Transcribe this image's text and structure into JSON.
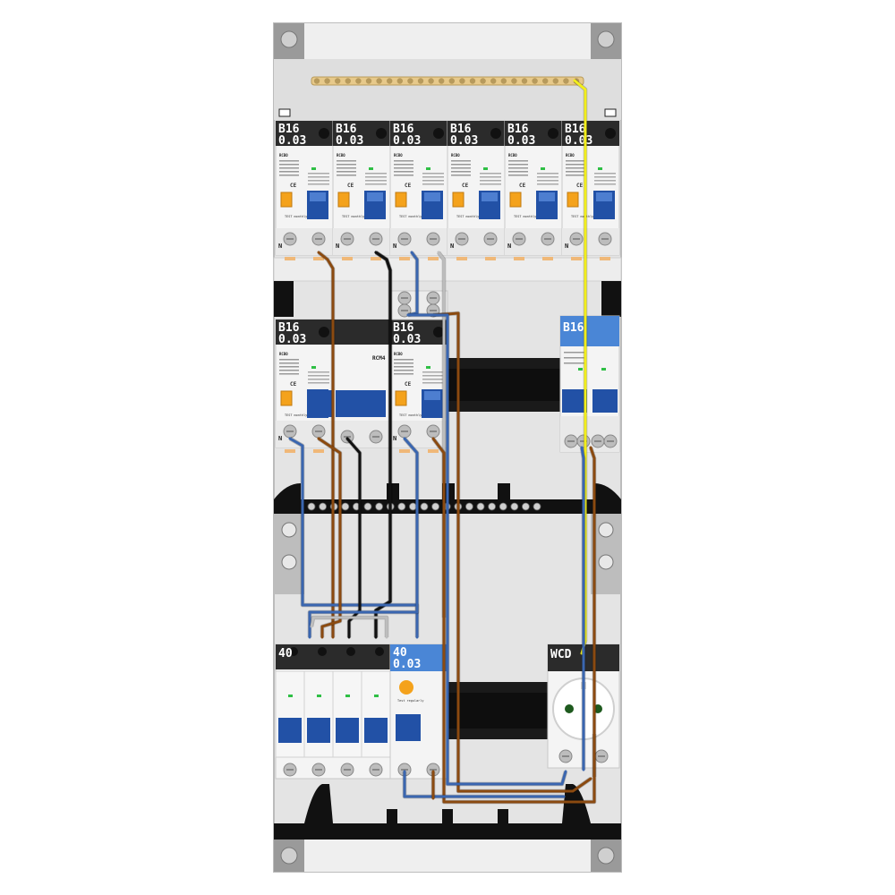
{
  "rows": {
    "row1": [
      "B16",
      "0.03",
      "B16",
      "0.03",
      "B16",
      "0.03",
      "B16",
      "0.03",
      "B16",
      "0.03",
      "B16",
      "0.03"
    ],
    "row2": {
      "rcbo1": [
        "B16",
        "0.03"
      ],
      "rcbo2": [
        "B16",
        "0.03"
      ],
      "mcb": "B16",
      "rcm_label": "RCM4"
    },
    "row3": {
      "main_switch": "40",
      "rcd": [
        "40",
        "0.03"
      ],
      "socket": "WCD"
    }
  },
  "device_texts": {
    "rcbo_type": "RCBO",
    "terminal_n": "N",
    "test_text": "TEST monthly",
    "test_regularly": "Test regularly",
    "ce": "CE"
  },
  "colors": {
    "enclosure": "#e6e6e6",
    "din_rail": "#1a1a1a",
    "label_dark": "#2b2b2b",
    "label_blue": "#4a86d6",
    "wire_brown": "#8b4a10",
    "wire_blue": "#3a66b0",
    "wire_black": "#111111",
    "wire_gray": "#bdbdbd",
    "wire_yellow": "#f2ee1a",
    "busbar": "#e7c98a",
    "toggle_blue": "#2251a6",
    "toggle_orange": "#f4a21c"
  },
  "icons": [
    "mounting-screw-icon",
    "earth-socket-icon",
    "test-button-icon"
  ]
}
